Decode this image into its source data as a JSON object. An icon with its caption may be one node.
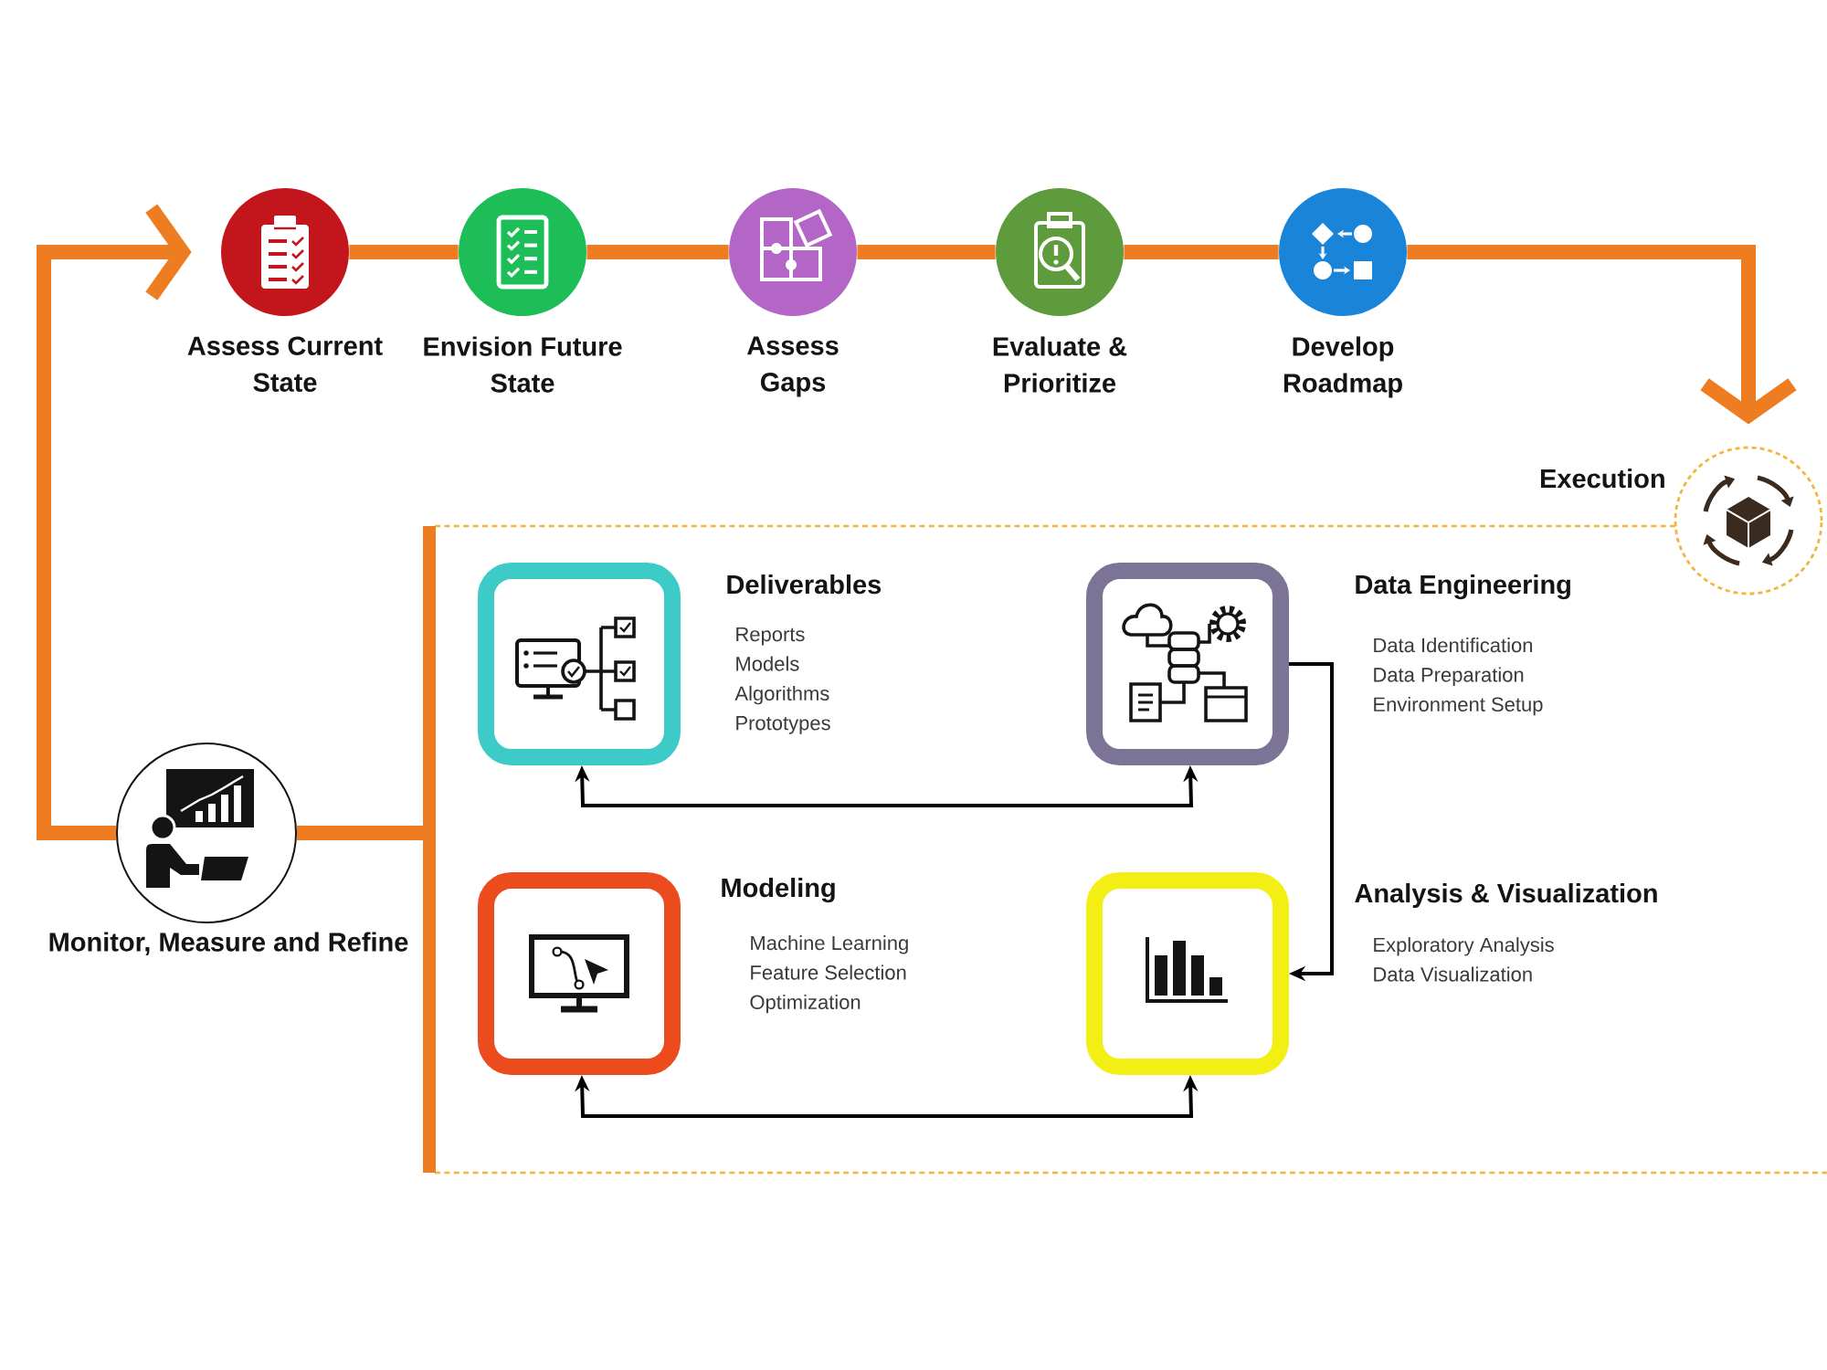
{
  "diagram": {
    "nodes": [
      {
        "text": [
          "Assess Current State"
        ]
      },
      {
        "text": [
          "Envision Future State"
        ]
      },
      {
        "text": [
          "Assess Gaps"
        ]
      },
      {
        "text": [
          "Evaluate & Prioritize"
        ]
      },
      {
        "text": [
          "Develop Roadmap"
        ]
      },
      {
        "text": [
          "Execution"
        ]
      },
      {
        "text": [],
        "shape": "box"
      },
      {
        "text": [
          "Deliverables",
          "Reports",
          "Models",
          "Algorithms",
          "Prototypes"
        ],
        "in": 6
      },
      {
        "text": [
          "Data Engineering",
          "Data Identification",
          "Data Preparation",
          "Environment Setup"
        ],
        "in": 6
      },
      {
        "text": [
          "Modeling",
          "Machine Learning",
          "Feature Selection",
          "Optimization"
        ],
        "in": 6
      },
      {
        "text": [
          "Analysis & Visualization",
          "Exploratory Analysis",
          "Data Visualization"
        ],
        "in": 6
      },
      {
        "text": [
          "Monitor, Measure and Refine"
        ]
      }
    ],
    "edges": [
      {
        "from": 0,
        "to": 1,
        "arrow": "none"
      },
      {
        "from": 1,
        "to": 2,
        "arrow": "none"
      },
      {
        "from": 2,
        "to": 3,
        "arrow": "none"
      },
      {
        "from": 3,
        "to": 4,
        "arrow": "none"
      },
      {
        "from": 4,
        "to": 5,
        "arrow": "to"
      },
      {
        "from": 6,
        "to": 11,
        "arrow": "none"
      },
      {
        "from": 11,
        "to": 0,
        "arrow": "to"
      },
      {
        "from": 7,
        "to": 8,
        "arrow": "both",
        "color": "#000000"
      },
      {
        "from": 8,
        "to": 10,
        "arrow": "to",
        "color": "#000000"
      },
      {
        "from": 9,
        "to": 10,
        "arrow": "both",
        "color": "#000000"
      }
    ]
  }
}
